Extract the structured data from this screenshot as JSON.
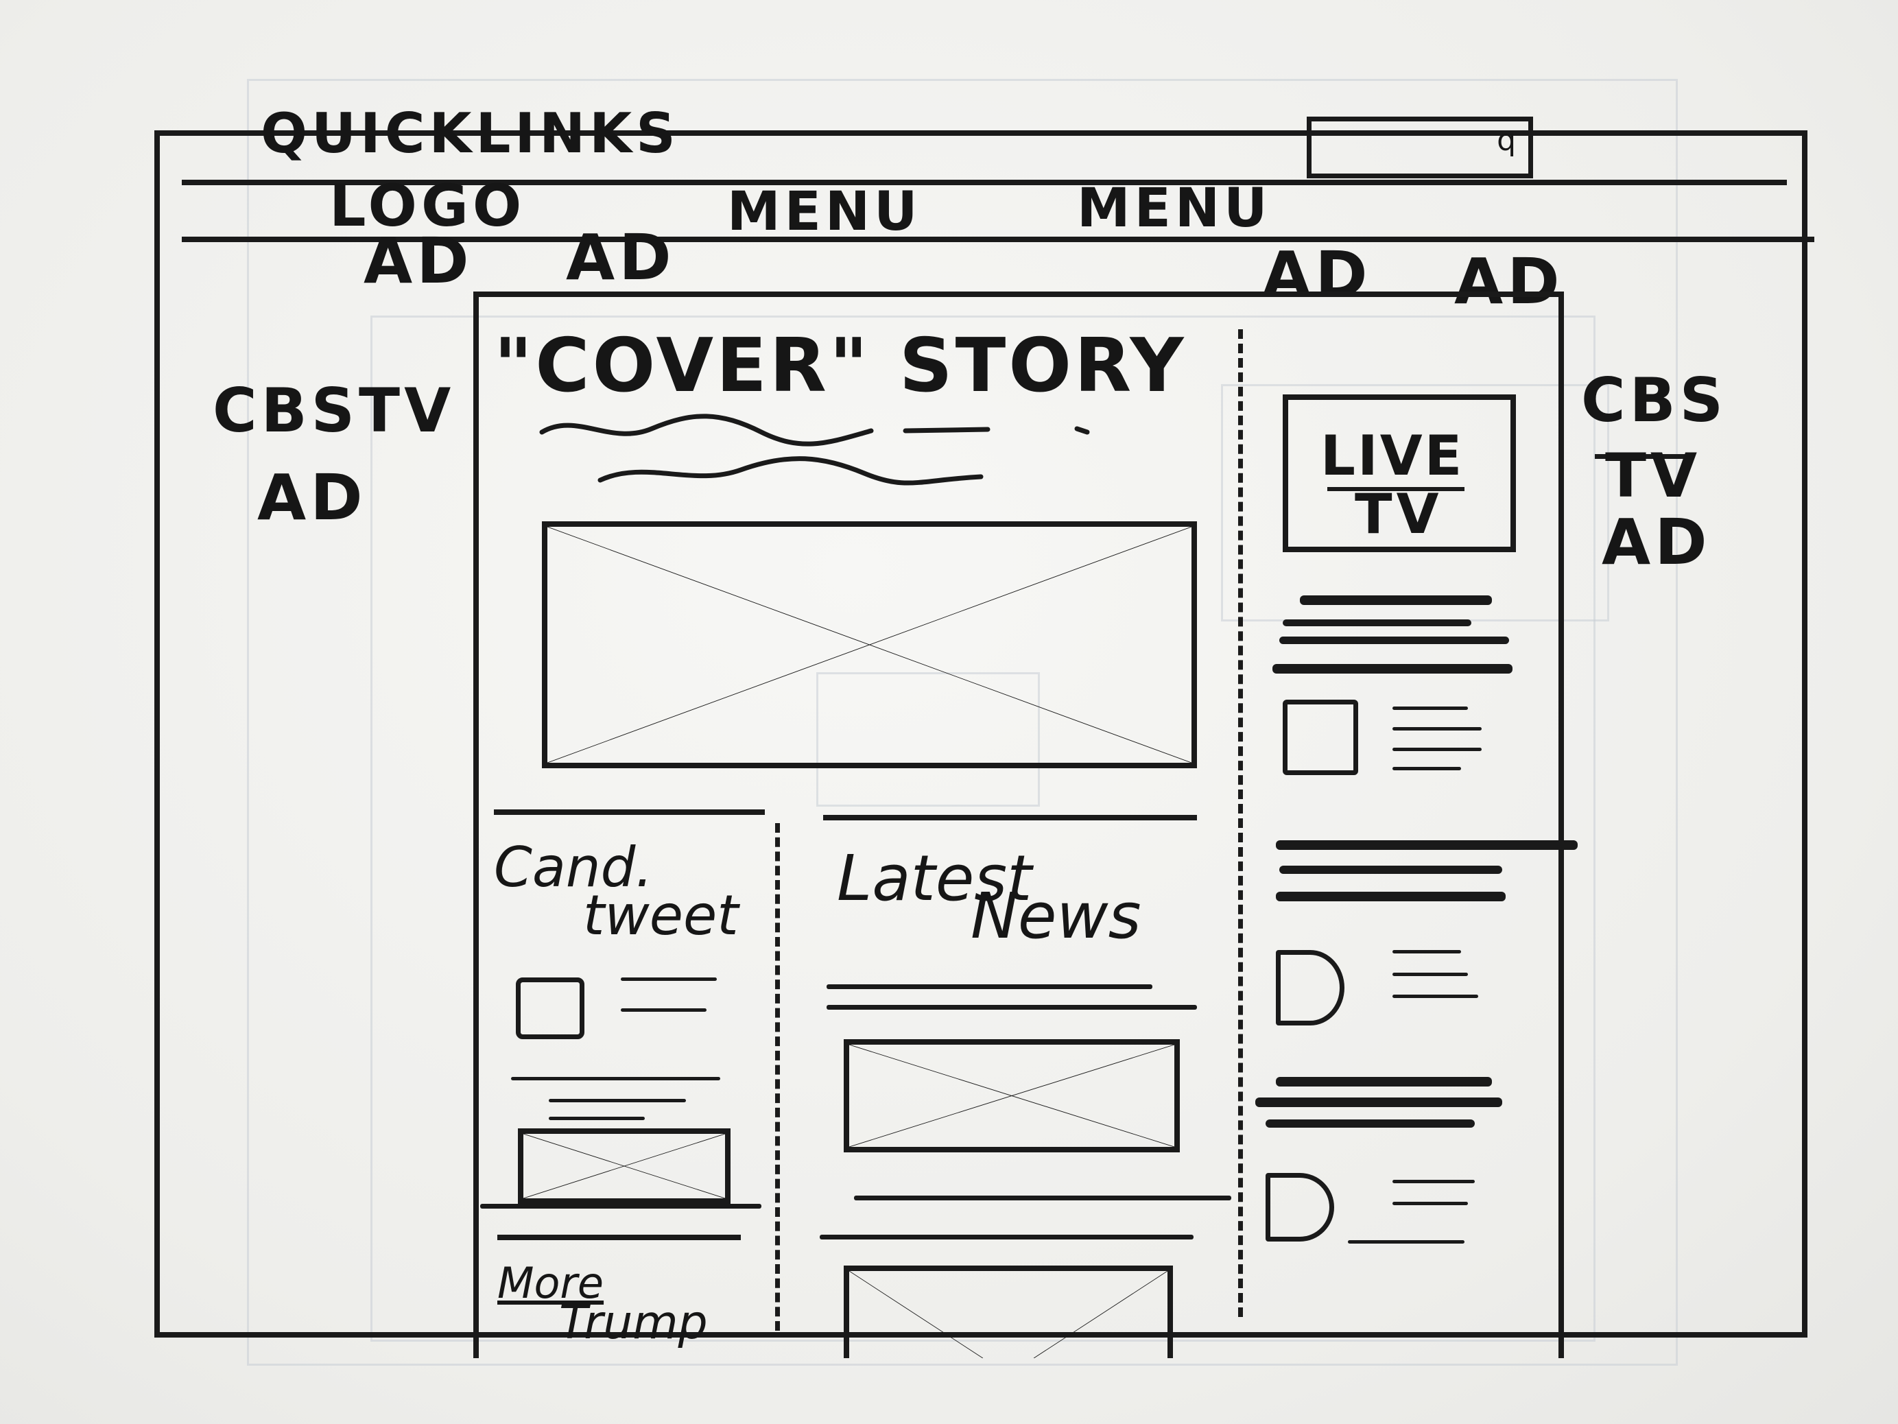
{
  "header": {
    "quicklinks": "QUICKLINKS",
    "search_icon": "q",
    "logo": "LOGO",
    "menu_1": "MENU",
    "menu_2": "MENU"
  },
  "ads": {
    "top_left_1": "AD",
    "top_left_2": "AD",
    "top_right_1": "AD",
    "top_right_2": "AD",
    "left_line1": "CBSTV",
    "left_line2": "AD",
    "right_line1": "CBS",
    "right_line2": "TV",
    "right_line3": "AD"
  },
  "main": {
    "cover_story": "\"COVER\" STORY",
    "live_tv_line1": "LIVE",
    "live_tv_line2": "TV",
    "cand_tweet_line1": "Cand.",
    "cand_tweet_line2": "tweet",
    "latest_news_line1": "Latest",
    "latest_news_line2": "News",
    "more_trump_line1": "More",
    "more_trump_line2": "Trump"
  }
}
